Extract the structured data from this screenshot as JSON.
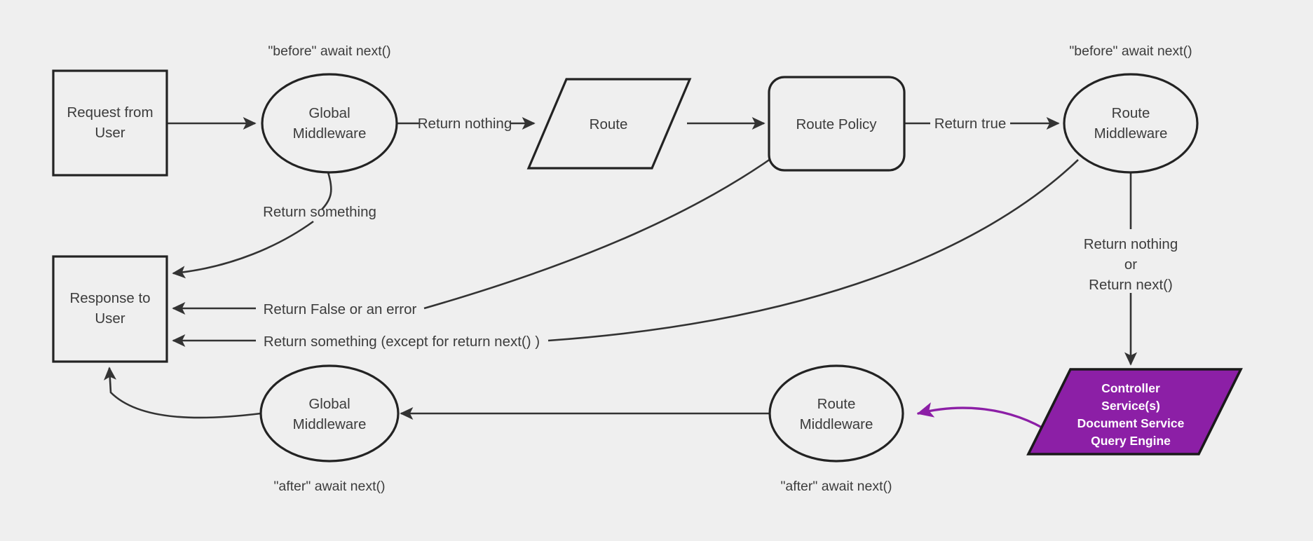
{
  "diagram": {
    "title": "Request / Middleware lifecycle flow",
    "background_color": "#efefef",
    "stroke_color": "#333333",
    "accent_color": "#8C1FA6",
    "accent_text_color": "#ffffff"
  },
  "nodes": {
    "request_from_user": {
      "line1": "Request from",
      "line2": "User"
    },
    "global_middleware_top": {
      "line1": "Global",
      "line2": "Middleware"
    },
    "route": {
      "line1": "Route"
    },
    "route_policy": {
      "line1": "Route Policy"
    },
    "route_middleware_top": {
      "line1": "Route",
      "line2": "Middleware"
    },
    "response_to_user": {
      "line1": "Response to",
      "line2": "User"
    },
    "global_middleware_bottom": {
      "line1": "Global",
      "line2": "Middleware"
    },
    "route_middleware_bottom": {
      "line1": "Route",
      "line2": "Middleware"
    },
    "controller_services": {
      "line1": "Controller",
      "line2": "Service(s)",
      "line3": "Document Service",
      "line4": "Query Engine"
    }
  },
  "edge_labels": {
    "return_nothing": "Return nothing",
    "return_true": "Return true",
    "return_something_top": "Return something",
    "return_false_or_error": "Return False or an error",
    "return_something_except": "Return something (except for return next() )",
    "return_nothing_or_next_l1": "Return nothing",
    "return_nothing_or_next_l2": "or",
    "return_nothing_or_next_l3": "Return next()"
  },
  "annotations": {
    "before_await_next_left": "\"before\" await next()",
    "before_await_next_right": "\"before\" await next()",
    "after_await_next_left": "\"after\" await next()",
    "after_await_next_right": "\"after\" await next()"
  }
}
